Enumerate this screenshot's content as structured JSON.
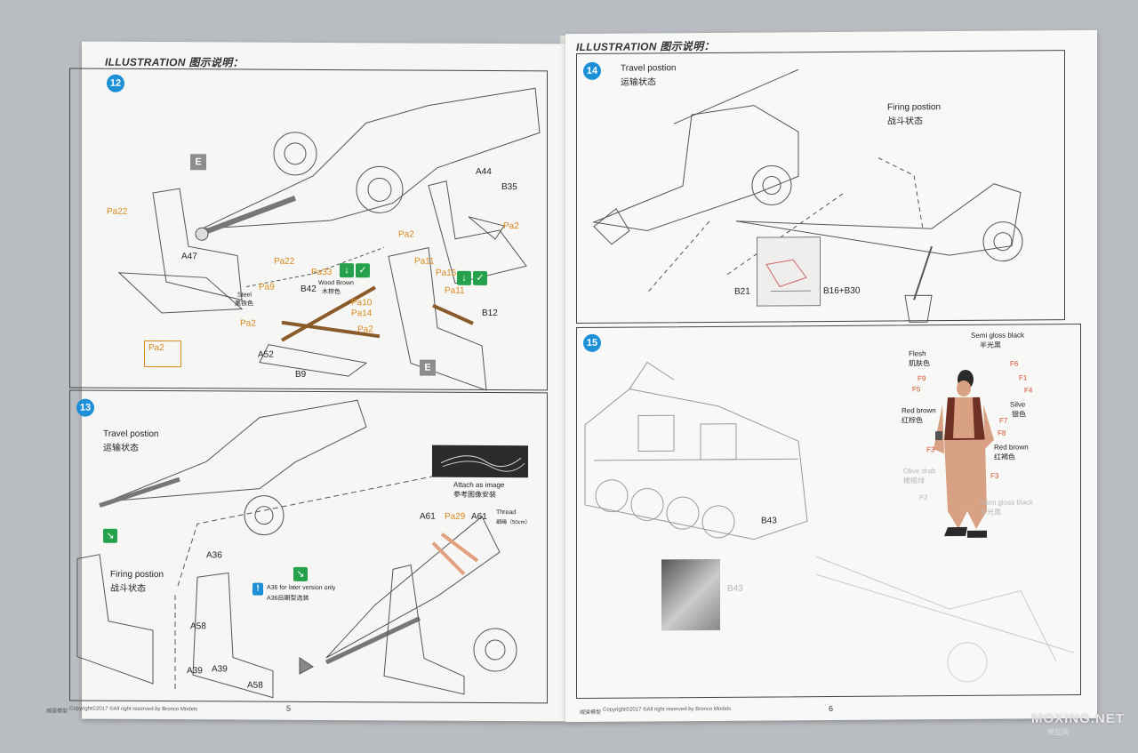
{
  "left_page": {
    "header": "ILLUSTRATION 图示说明：",
    "step12": {
      "number": "12",
      "labels": {
        "a47": "A47",
        "a52": "A52",
        "b9": "B9",
        "b42": "B42",
        "a44": "A44",
        "b35": "B35",
        "b12": "B12",
        "pa22a": "Pa22",
        "pa22b": "Pa22",
        "pa33": "Pa33",
        "pa9": "Pa9",
        "pa10": "Pa10",
        "pa14": "Pa14",
        "pa2a": "Pa2",
        "pa2b": "Pa2",
        "pa2c": "Pa2",
        "pa2d": "Pa2",
        "pa2box": "Pa2",
        "pa11a": "Pa11",
        "pa11b": "Pa11",
        "pa15": "Pa15",
        "steel_en": "Steel",
        "steel_cn": "黑铁色",
        "wood_en": "Wood Brown",
        "wood_cn": "木棕色",
        "e1": "E",
        "e2": "E"
      }
    },
    "step13": {
      "number": "13",
      "travel_en": "Travel postion",
      "travel_cn": "运输状态",
      "firing_en": "Firing postion",
      "firing_cn": "战斗状态",
      "attach_en": "Attach as image",
      "attach_cn": "参考图像安装",
      "thread_en": "Thread",
      "thread_cn": "细绳（50cm）",
      "a36_note_en": "A36 for later version only",
      "a36_note_cn": "A36后期型选装",
      "labels": {
        "a36": "A36",
        "a58a": "A58",
        "a58b": "A58",
        "a39a": "A39",
        "a39b": "A39",
        "a61a": "A61",
        "a61b": "A61",
        "pa29": "Pa29"
      }
    },
    "footer": {
      "brand": "威骏模型",
      "copyright": "Copyright©2017 ®All right reserved by Bronco Models",
      "page": "5"
    }
  },
  "right_page": {
    "header": "ILLUSTRATION 图示说明：",
    "step14": {
      "number": "14",
      "travel_en": "Travel postion",
      "travel_cn": "运输状态",
      "firing_en": "Firing postion",
      "firing_cn": "战斗状态",
      "b21": "B21",
      "b16b30": "B16+B30"
    },
    "step15": {
      "number": "15",
      "b43a": "B43",
      "b43b": "B43",
      "colors": {
        "semi_gloss_en": "Semi gloss black",
        "semi_gloss_cn": "半光黑",
        "flesh_en": "Flesh",
        "flesh_cn": "肌肤色",
        "silver_en": "Silve",
        "silver_cn": "银色",
        "red_brown_en": "Red brown",
        "red_brown_cn": "红棕色",
        "red_brown2_en": "Red brown",
        "red_brown2_cn": "红褐色",
        "olive_en": "Olive drab",
        "olive_cn": "橄榄绿",
        "semi_gloss2_en": "Semi gloss black",
        "semi_gloss2_cn": "半光黑"
      },
      "callouts": [
        "F6",
        "F1",
        "F9",
        "F5",
        "F4",
        "F7",
        "F8",
        "F3",
        "F3",
        "F2"
      ]
    },
    "footer": {
      "brand": "威骏模型",
      "copyright": "Copyright©2017 ®All right reserved by Bronco Models",
      "page": "6"
    }
  },
  "watermark": {
    "main": "MOXING.NET",
    "sub": "模型网"
  },
  "palette": {
    "step_blue": "#1c8fd6",
    "callout_orange": "#d6891a",
    "paint_green": "#24a14a",
    "jacket": "#6e3022",
    "skin": "#d9a184"
  }
}
